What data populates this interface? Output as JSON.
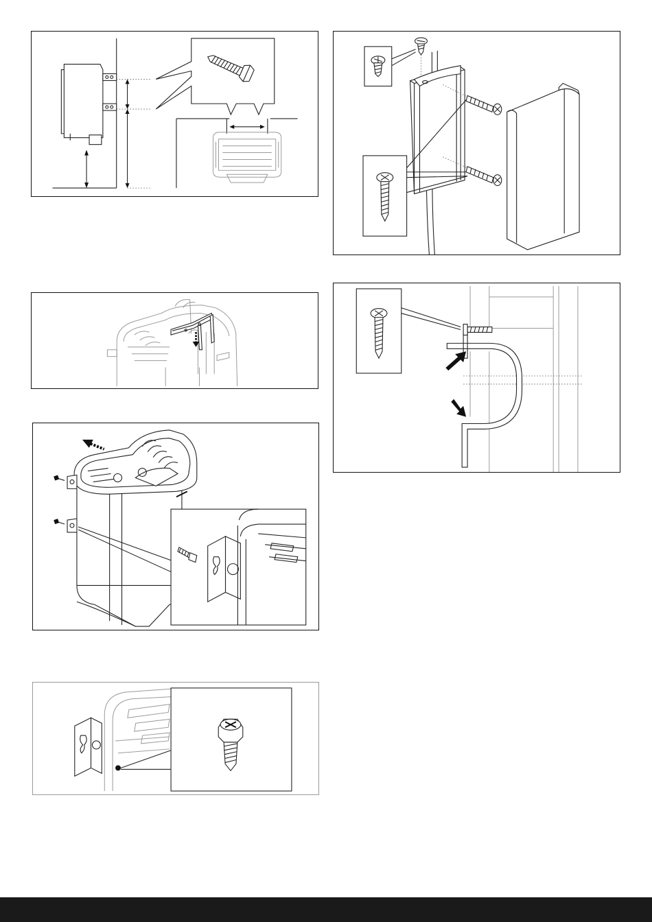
{
  "figures": [
    {
      "id": "wall-clearance-dimensions",
      "icon": "hex-bolt-icon"
    },
    {
      "id": "heater-top-release",
      "icon": "down-arrow-icon"
    },
    {
      "id": "heater-bracket-mounting",
      "icon": "bolt-icon"
    },
    {
      "id": "safety-screw-detail",
      "icon": "phillips-screw-icon"
    },
    {
      "id": "cable-cover-installation",
      "icon": "screw-icon"
    },
    {
      "id": "pipe-clamp-detail",
      "icon": "screw-icon"
    }
  ],
  "colors": {
    "line": "#222222",
    "light_line": "#9a9a9a",
    "footer": "#1a1a1a",
    "background": "#ffffff"
  }
}
